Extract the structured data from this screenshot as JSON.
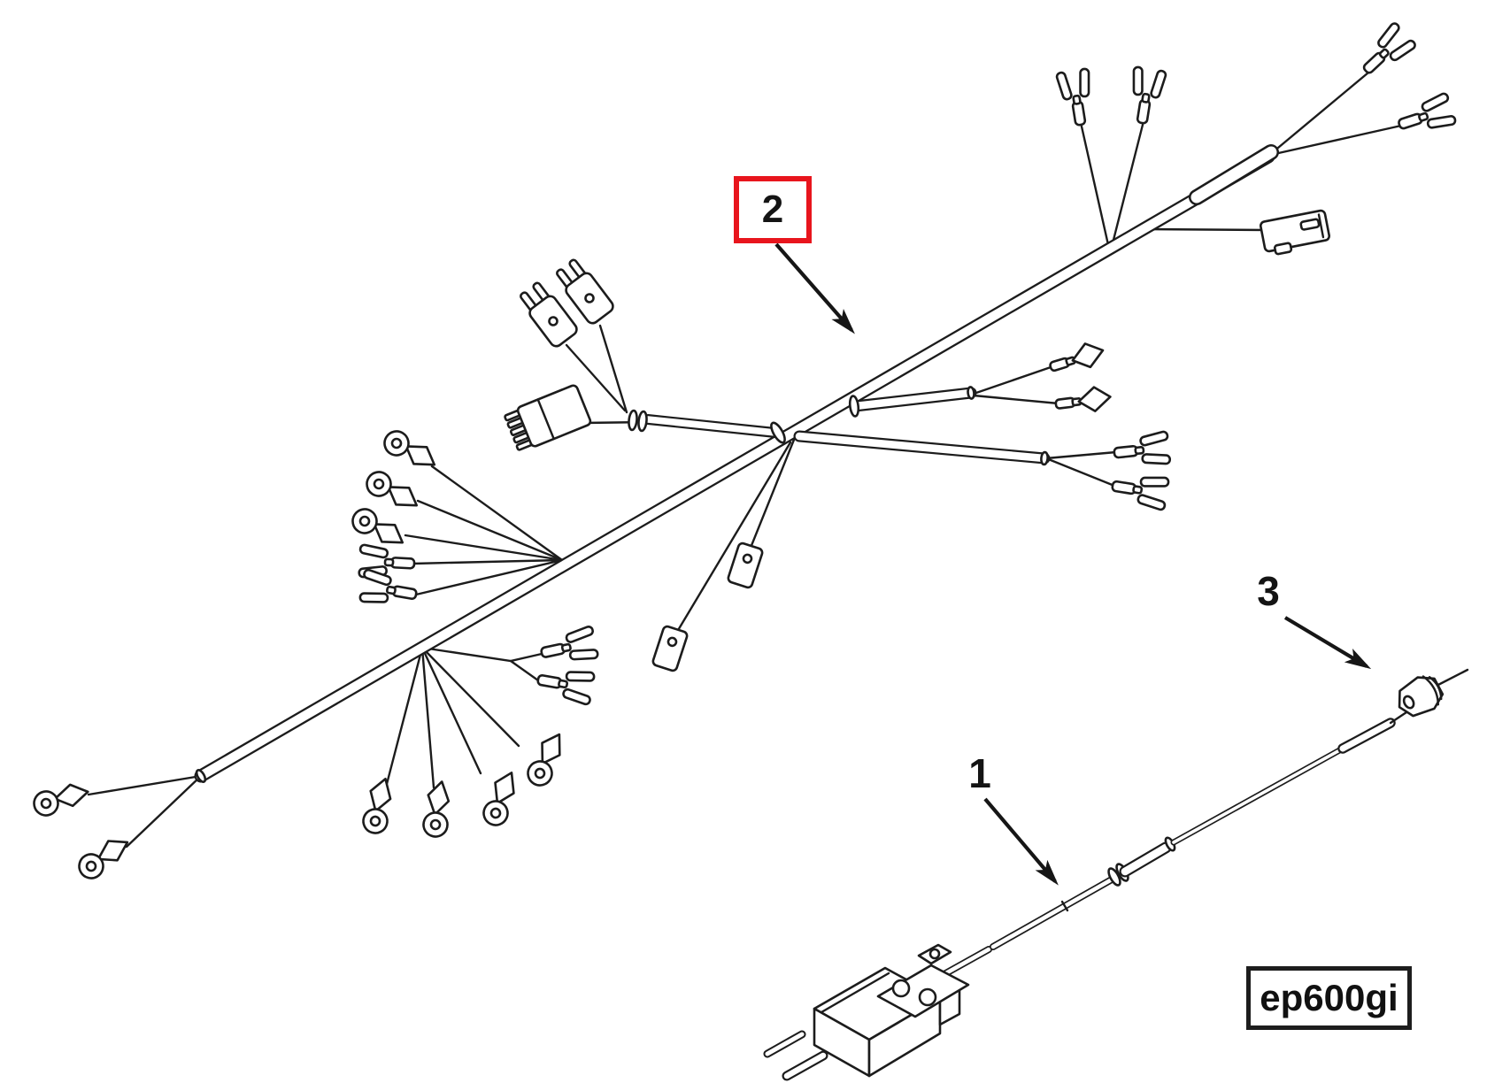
{
  "diagram": {
    "part_label_code": "ep600gi",
    "callouts": [
      {
        "number": "1",
        "highlighted": false
      },
      {
        "number": "2",
        "highlighted": true
      },
      {
        "number": "3",
        "highlighted": false
      }
    ],
    "colors": {
      "line": "#1c1c1c",
      "highlight_box": "#e8151d",
      "background": "#ffffff"
    }
  }
}
